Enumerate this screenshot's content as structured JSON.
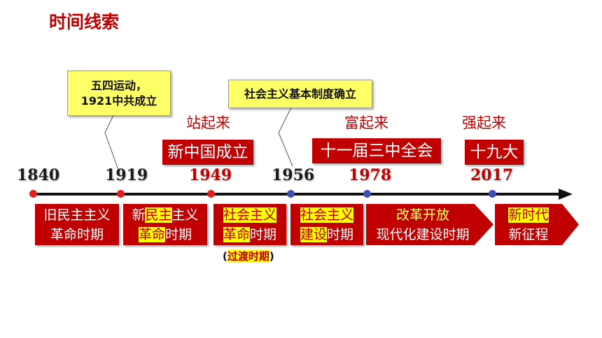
{
  "title": "时间线索",
  "callouts": {
    "may_fourth_line1": "五四运动，",
    "may_fourth_line2": "1921中共成立",
    "socialist_system": "社会主义基本制度确立"
  },
  "phases": {
    "stand_up": "站起来",
    "get_rich": "富起来",
    "get_strong": "强起来"
  },
  "events": {
    "new_china": "新中国成立",
    "third_plenum": "十一届三中全会",
    "nineteenth_congress": "十九大"
  },
  "years": [
    "1840",
    "1919",
    "1949",
    "1956",
    "1978",
    "2017"
  ],
  "periods": {
    "p1_line1": "旧民主主义",
    "p1_line2": "革命时期",
    "p2_a": "新",
    "p2_b": "民主",
    "p2_c": "主义",
    "p2_d": "革命",
    "p2_e": "时期",
    "p3_a": "社会主义",
    "p3_b": "革命",
    "p3_c": "时期",
    "p4_a": "社会主义",
    "p4_b": "建设",
    "p4_c": "时期",
    "p5_line1": "改革开放",
    "p5_line2": "现代化建设时期",
    "p6_line1": "新时代",
    "p6_line2": "新征程"
  },
  "note": {
    "open": "(",
    "text": "过渡时期",
    "close": ")"
  },
  "colors": {
    "accent_red": "#c00000",
    "highlight_yellow": "#ffff00",
    "callout_yellow": "#ffff66",
    "dot_blue": "#3d4fb3"
  }
}
